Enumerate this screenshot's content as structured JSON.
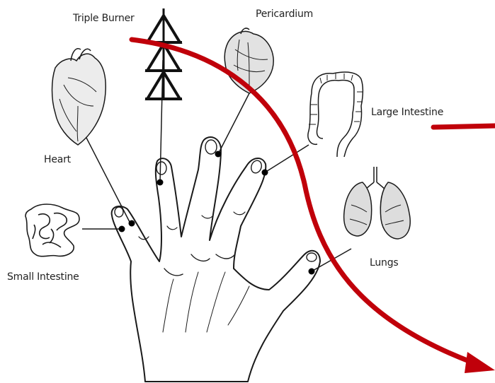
{
  "labels": {
    "triple_burner": "Triple Burner",
    "pericardium": "Pericardium",
    "large_intestine": "Large Intestine",
    "heart": "Heart",
    "small_intestine": "Small Intestine",
    "lungs": "Lungs"
  },
  "colors": {
    "arrow": "#c0000a",
    "ink": "#1a1a1a",
    "dot": "#000000"
  },
  "icons": [
    "triple-burner-symbol-icon",
    "heart-organ-icon",
    "pericardium-organ-icon",
    "large-intestine-organ-icon",
    "lungs-organ-icon",
    "small-intestine-organ-icon",
    "hand-drawing"
  ]
}
